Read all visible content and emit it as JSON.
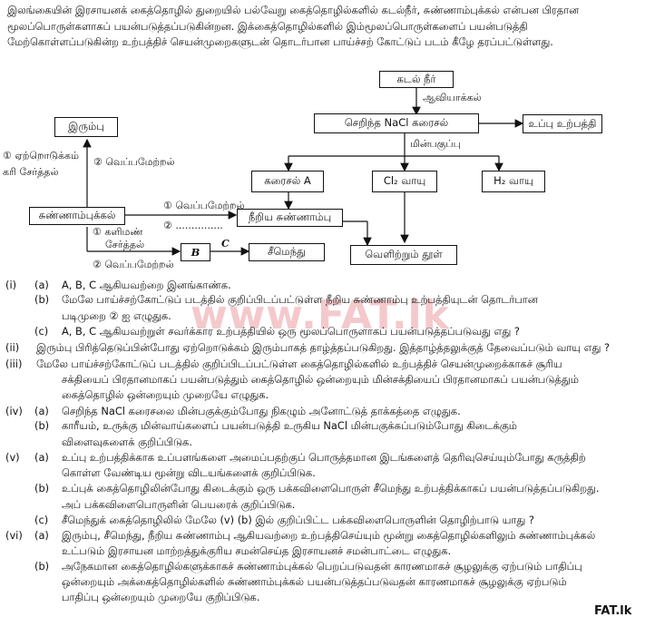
{
  "intro": "இலங்கையின் இரசாயனக் கைத்தொழில் துறையில் பல்வேறு கைத்தொழில்களில் கடல்நீர், சுண்ணாம்புக்கல் என்பன பிரதான மூலப்பொருள்களாகப் பயன்படுத்தப்படுகின்றன. இக்கைத்தொழில்களில் இம்மூலப்பொருள்களைப் பயன்படுத்தி மேற்கொள்ளப்படுகின்ற உற்பத்திச் செயன்முறைகளுடன் தொடர்பான பாய்ச்சற் கோட்டுப் படம் கீழே தரப்பட்டுள்ளது.",
  "diagram": {
    "sea_water": "கடல் நீர்",
    "evaporation": "ஆவியாக்கல்",
    "nacl_solution": "செறிந்த NaCl கரைசல்",
    "salt_production": "உப்பு உற்பத்தி",
    "electrolysis": "மின்பகுப்பு",
    "solution_a": "கரைசல் A",
    "cl2": "Cl₂ வாயு",
    "h2": "H₂ வாயு",
    "iron": "இரும்பு",
    "reduction_label_1": "① ஏற்றொடுக்கம்",
    "reduction_label_2": "கரி சேர்த்தல்",
    "heating_2": "② வெப்பமேற்றல்",
    "limestone": "சுண்ணாம்புக்கல்",
    "heating_1": "① வெப்பமேற்றல்",
    "dots_2": "② ...............",
    "slaked_lime": "நீறிய சுண்ணாம்பு",
    "clay_1": "① களிமண்",
    "clay_2": "சேர்த்தல்",
    "heating_b": "② வெப்பமேற்றல்",
    "b_box": "B",
    "c_label": "C",
    "cement": "சீமெந்து",
    "bleaching": "வெளிற்றும் தூள்"
  },
  "questions": [
    {
      "num": "(i)",
      "sub": "(a)",
      "text": "A, B, C ஆகியவற்றை இனங்காண்க."
    },
    {
      "num": "",
      "sub": "(b)",
      "text": "மேலே பாய்ச்சற்கோட்டுப் படத்தில் குறிப்பிடப்பட்டுள்ள நீறிய சுண்ணாம்பு உற்பத்தியுடன் தொடர்பான"
    },
    {
      "num": "",
      "sub": "",
      "text": "படிமுறை ② ஐ எழுதுக."
    },
    {
      "num": "",
      "sub": "(c)",
      "text": "A, B, C ஆகியவற்றுள் சவர்க்கார உற்பத்தியில் ஒரு மூலப்பொருளாகப் பயன்படுத்தப்படுவது எது ?"
    },
    {
      "num": "(ii)",
      "sub": "",
      "text": "இரும்பு பிரித்தெடுப்பின்போது ஏற்றொடுக்கம் இரும்பாகத் தாழ்த்தப்படுகிறது. இத்தாழ்த்தலுக்குத் தேவைப்படும் வாயு எது ?"
    },
    {
      "num": "(iii)",
      "sub": "",
      "text": "மேலே பாய்ச்சற்கோட்டுப் படத்தில் குறிப்பிடப்பட்டுள்ள கைத்தொழில்களில் உற்பத்திச் செயன்முறைக்காகச் சூரிய"
    },
    {
      "num": "",
      "sub": "",
      "text": "சக்தியைப் பிரதானமாகப் பயன்படுத்தும் கைத்தொழில் ஒன்றையும் மின்சக்தியைப் பிரதானமாகப் பயன்படுத்தும்"
    },
    {
      "num": "",
      "sub": "",
      "text": "கைத்தொழில் ஒன்றையும் முறையே எழுதுக."
    },
    {
      "num": "(iv)",
      "sub": "(a)",
      "text": "செறிந்த NaCl கரைசலை மின்பகுக்கும்போது நிகழும் அனோட்டுத் தாக்கத்தை எழுதுக."
    },
    {
      "num": "",
      "sub": "(b)",
      "text": "காரீயம், உருக்கு மின்வாய்களைப் பயன்படுத்தி உருகிய NaCl மின்பகுக்கப்படும்போது கிடைக்கும்"
    },
    {
      "num": "",
      "sub": "",
      "text": "விளைவுகளைக் குறிப்பிடுக."
    },
    {
      "num": "(v)",
      "sub": "(a)",
      "text": "உப்பு உற்பத்திக்காக உப்பளங்களை அமைப்பதற்குப் பொருத்தமான இடங்களைத் தெரிவுசெய்யும்போது கருத்திற்"
    },
    {
      "num": "",
      "sub": "",
      "text": "கொள்ள வேண்டிய மூன்று விடயங்களைக் குறிப்பிடுக."
    },
    {
      "num": "",
      "sub": "(b)",
      "text": "உப்புக் கைத்தொழிலின்போது கிடைக்கும் ஒரு பக்கவிளைபொருள் சீமெந்து உற்பத்திக்காகப் பயன்படுத்தப்படுகிறது."
    },
    {
      "num": "",
      "sub": "",
      "text": "அப் பக்கவிளைபொருளின் பெயரைக் குறிப்பிடுக."
    },
    {
      "num": "",
      "sub": "(c)",
      "text": "சீமெந்துக் கைத்தொழிலில் மேலே (v) (b) இல் குறிப்பிட்ட பக்கவிளைபொருளின் தொழிற்பாடு யாது ?"
    },
    {
      "num": "(vi)",
      "sub": "(a)",
      "text": "இரும்பு, சீமெந்து, நீறிய சுண்ணாம்பு ஆகியவற்றை உற்பத்திசெய்யும் மூன்று கைத்தொழில்களிலும் சுண்ணாம்புக்கல்"
    },
    {
      "num": "",
      "sub": "",
      "text": "உட்படும் இரசாயன மாற்றத்துக்குரிய சமன்செய்த இரசாயனச் சமன்பாட்டை எழுதுக."
    },
    {
      "num": "",
      "sub": "(b)",
      "text": "அநேகமான கைத்தொழில்களுக்காகச் சுண்ணாம்புக்கல் பெறப்படுவதன் காரணமாகச் சூழலுக்கு ஏற்படும் பாதிப்பு"
    },
    {
      "num": "",
      "sub": "",
      "text": "ஒன்றையும் அக்கைத்தொழில்களில் சுண்ணாம்புக்கல் பயன்படுத்தப்படுவதன் காரணமாகச் சூழலுக்கு ஏற்படும்"
    },
    {
      "num": "",
      "sub": "",
      "text": "பாதிப்பு ஒன்றையும் முறையே குறிப்பிடுக."
    }
  ],
  "watermark": "www.FAT.lk",
  "footer": "FAT.lk"
}
